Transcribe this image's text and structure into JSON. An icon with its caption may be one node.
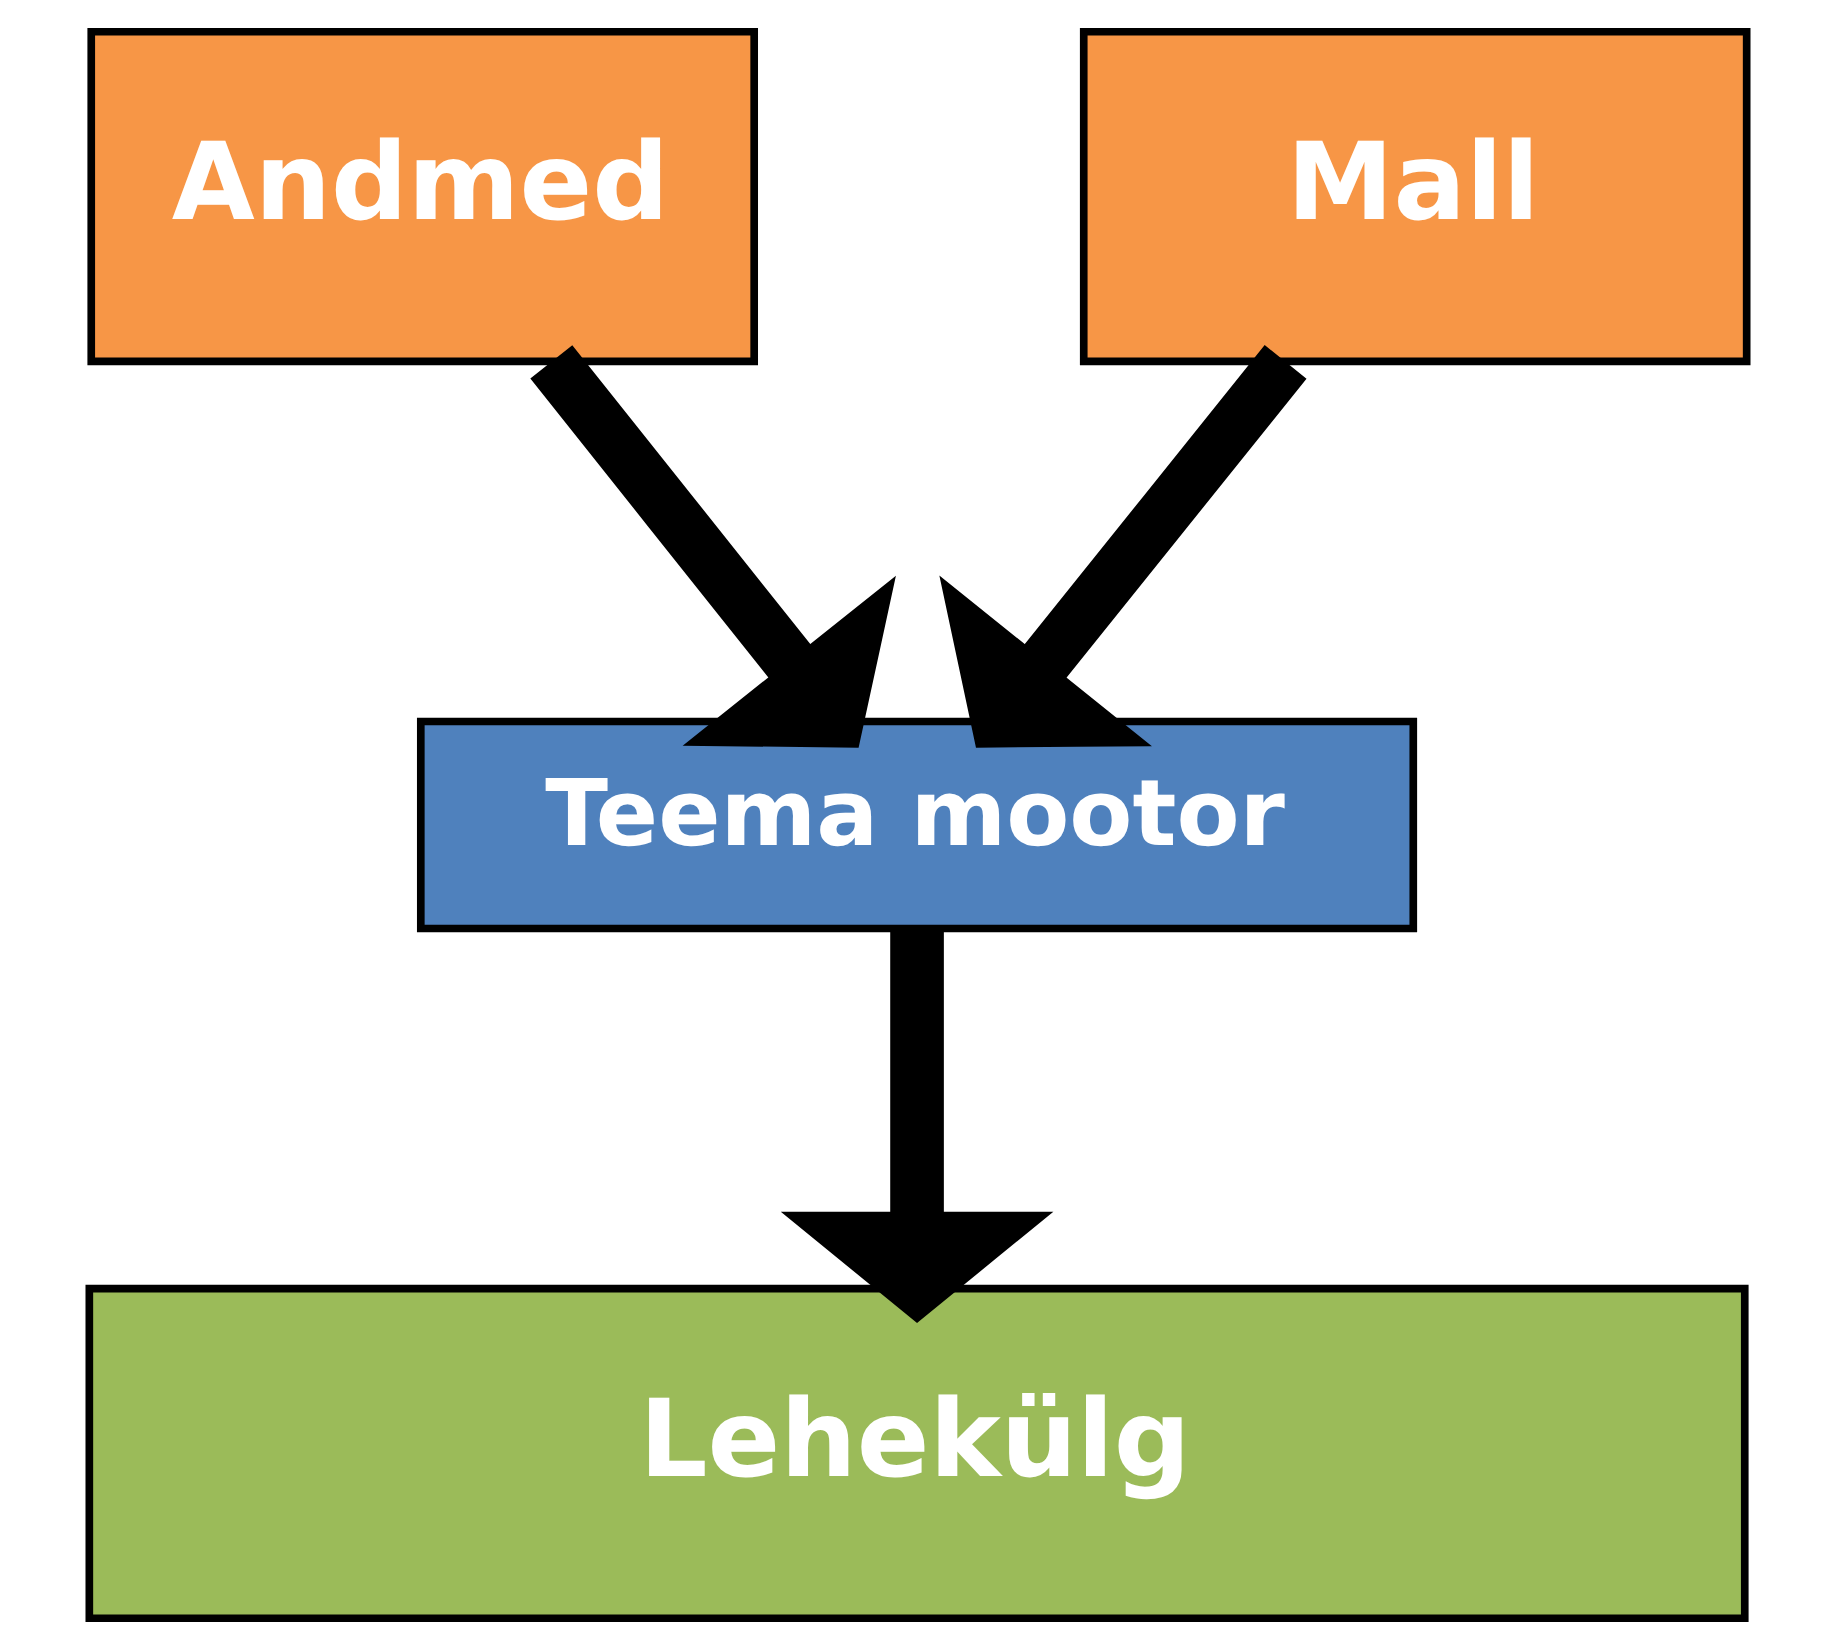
{
  "diagram": {
    "nodes": [
      {
        "text": [
          "Andmed"
        ]
      },
      {
        "text": [
          "Mall"
        ]
      },
      {
        "text": [
          "Teema mootor"
        ]
      },
      {
        "text": [
          "Lehekülg"
        ]
      }
    ],
    "edges": [
      {
        "from": 0,
        "to": 2,
        "arrow": "to"
      },
      {
        "from": 1,
        "to": 2,
        "arrow": "to"
      },
      {
        "from": 2,
        "to": 3,
        "arrow": "to"
      }
    ]
  }
}
